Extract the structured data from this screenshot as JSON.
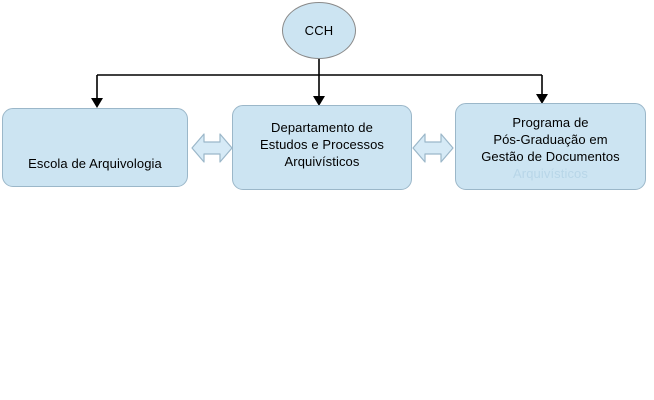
{
  "diagram": {
    "type": "organizational-hierarchy",
    "background_color": "#ffffff",
    "node_fill_color": "#cce4f2",
    "node_border_color": "#9bb7c9",
    "connector_color": "#000000",
    "root": {
      "id": "cch",
      "label": "CCH",
      "shape": "ellipse"
    },
    "children": [
      {
        "id": "escola",
        "label": "Escola de Arquivologia",
        "shape": "rounded-rectangle"
      },
      {
        "id": "departamento",
        "label": "Departamento de\nEstudos e Processos\nArquivísticos",
        "shape": "rounded-rectangle"
      },
      {
        "id": "programa",
        "label": "Programa de\nPós-Graduação em\nGestão de Documentos",
        "label_overflow": "Arquivísticos",
        "shape": "rounded-rectangle"
      }
    ],
    "relations": [
      {
        "id": "escola-departamento",
        "from": "escola",
        "to": "departamento",
        "style": "double-headed-block-arrow"
      },
      {
        "id": "departamento-programa",
        "from": "departamento",
        "to": "programa",
        "style": "double-headed-block-arrow"
      }
    ]
  }
}
